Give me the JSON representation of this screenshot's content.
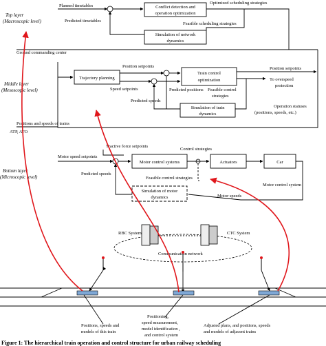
{
  "layers": {
    "top": "Top layer",
    "top_sub": "(Macroscopic level)",
    "middle": "Middle layer",
    "middle_sub": "(Mesoscopic level)",
    "bottom": "Bottom layer",
    "bottom_sub": "(Microscopic level)"
  },
  "side": {
    "ground_center": "Ground commanding center",
    "atp_ato": "ATP, ATO"
  },
  "top_layer": {
    "planned_timetables": "Planned timetables",
    "predicted_timetables": "Predicted timetables",
    "conflict_line1": "Conflict detection and",
    "conflict_line2": "operation optimization",
    "optimized_strategies": "Optimized scheduling strategies",
    "feasible_strategies": "Feasible scheduling strategies",
    "sim_network_line1": "Simulation of network",
    "sim_network_line2": "dynamics"
  },
  "middle_layer": {
    "trajectory_planning": "Trajectory planning",
    "position_setpoints": "Position setpoints",
    "speed_setpoints": "Speed setpoints",
    "train_control_line1": "Train control",
    "train_control_line2": "optimization",
    "position_setpoints_out": "Position setpoints",
    "overspeed_line1": "To overspeed",
    "overspeed_line2": "protection",
    "predicted_positions": "Predicted positions",
    "feasible_control": "Feasible control",
    "feasible_control_2": "strategies",
    "predicted_speeds": "Predicted speeds",
    "sim_train_line1": "Simulation of train",
    "sim_train_line2": "dynamics",
    "operation_statuses_line1": "Operation statuses",
    "operation_statuses_line2": "(positions, speeds, etc.)",
    "positions_speeds_trains": "Positions and speeds of trains"
  },
  "bottom_layer": {
    "tractive_force": "Tractive force setpoints",
    "control_strategies": "Control strategies",
    "motor_speed_setpoints": "Motor speed setpoints",
    "motor_control_systems": "Motor control systems",
    "actuators": "Actuators",
    "car": "Car",
    "predicted_speeds": "Predicted speeds",
    "feasible_control": "Feasible control strategies",
    "sim_motor_line1": "Simulation of motor",
    "sim_motor_line2": "dynamics",
    "motor_speeds": "Motor speeds",
    "motor_control_system": "Motor control system"
  },
  "network": {
    "rbc": "RBC System",
    "ctc": "CTC System",
    "comm": "Communication network"
  },
  "bottom_labels": {
    "left_line1": "Positions, speeds and",
    "left_line2": "models of this train",
    "mid_line1": "Positioning,",
    "mid_line2": "speed measurement,",
    "mid_line3": "model identification ,",
    "mid_line4": "and control system",
    "right_line1": "Adjusted plans, and positions, speeds",
    "right_line2": "and models of adjacent trains"
  },
  "caption": "Figure 1: The hierarchical train operation and control structure for urban railway scheduling"
}
